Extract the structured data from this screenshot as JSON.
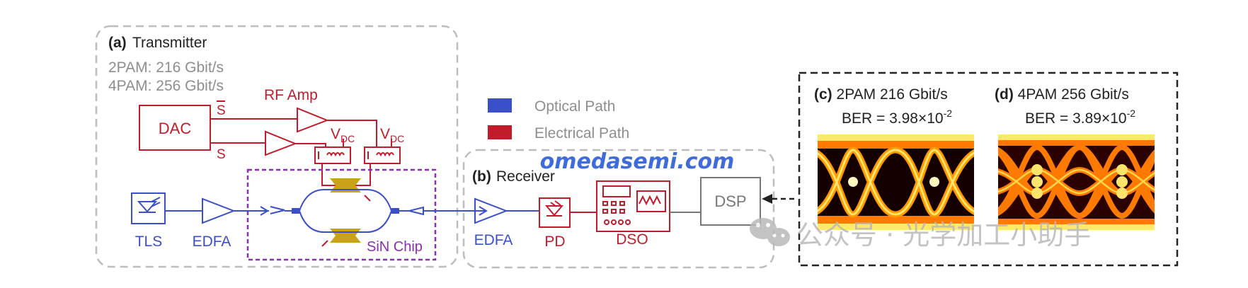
{
  "colors": {
    "optical": "#3a4fc9",
    "electrical": "#c01c2c",
    "chip_border": "#8b2fb0",
    "box_border": "#bdbdbd",
    "dsp": "#777777",
    "gray_text": "#8e8e8e",
    "heater": "#c9a21a",
    "watermark_blue": "#2f5fd8",
    "watermark_gray": "#b9b9b9"
  },
  "transmitter": {
    "letter": "(a)",
    "title": "Transmitter",
    "rate_2pam": "2PAM: 216 Gbit/s",
    "rate_4pam": "4PAM: 256 Gbit/s",
    "rf_amp": "RF Amp",
    "dac": "DAC",
    "s_bar": "S",
    "s": "S",
    "vdc_1": "V",
    "vdc_1_sub": "DC",
    "vdc_2": "V",
    "vdc_2_sub": "DC",
    "tls": "TLS",
    "edfa": "EDFA",
    "chip": "SiN Chip"
  },
  "legend": {
    "optical": "Optical Path",
    "electrical": "Electrical Path"
  },
  "receiver": {
    "letter": "(b)",
    "title": "Receiver",
    "edfa": "EDFA",
    "pd": "PD",
    "dso": "DSO",
    "dsp": "DSP"
  },
  "eye_c": {
    "letter": "(c)",
    "title": "2PAM 216 Gbit/s",
    "ber_label": "BER = 3.98×10",
    "ber_exp": "-2"
  },
  "eye_d": {
    "letter": "(d)",
    "title": "4PAM 256 Gbit/s",
    "ber_label": "BER = 3.89×10",
    "ber_exp": "-2"
  },
  "watermark": {
    "site": "omedasemi.com",
    "account": "公众号 · 光学加工小助手"
  }
}
